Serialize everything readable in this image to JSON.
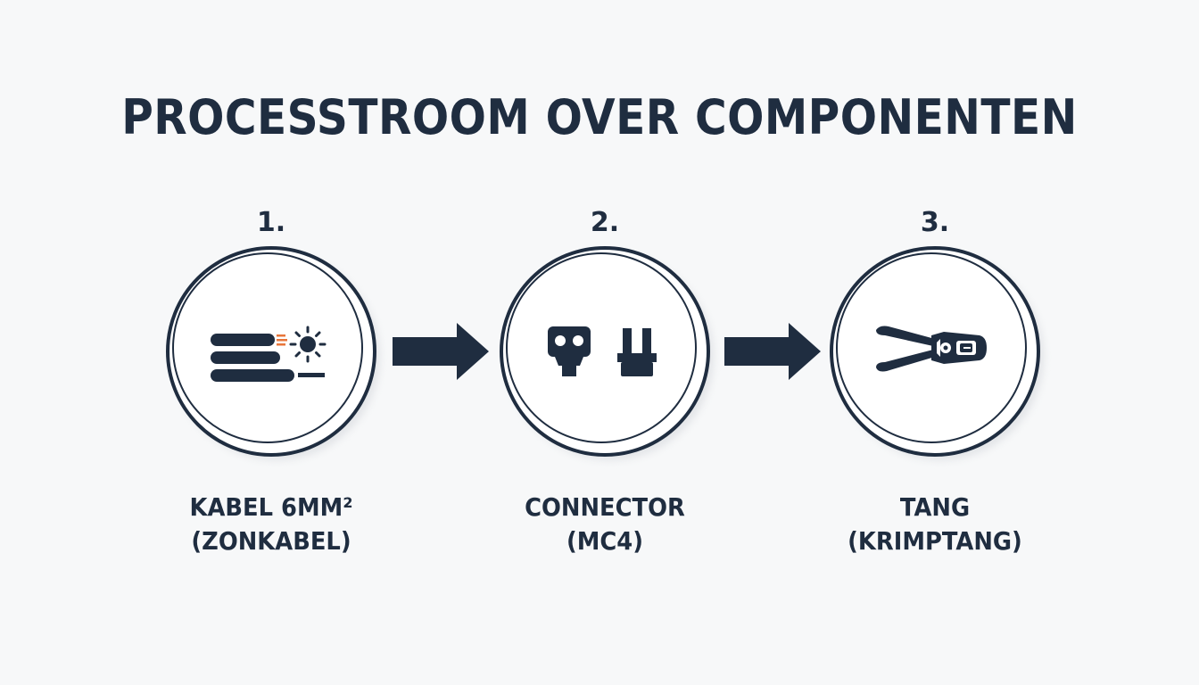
{
  "title": "PROCESSTROOM OVER COMPONENTEN",
  "colors": {
    "primary": "#1f2d40",
    "accent": "#e8763a",
    "background": "#f7f8f9"
  },
  "steps": [
    {
      "number": "1.",
      "label_line1": "KABEL 6MM²",
      "label_line2": "(ZONKABEL)",
      "icon": "solar-cable-icon"
    },
    {
      "number": "2.",
      "label_line1": "CONNECTOR",
      "label_line2": "(MC4)",
      "icon": "mc4-connector-icon"
    },
    {
      "number": "3.",
      "label_line1": "TANG",
      "label_line2": "(KRIMPTANG)",
      "icon": "crimping-tool-icon"
    }
  ]
}
